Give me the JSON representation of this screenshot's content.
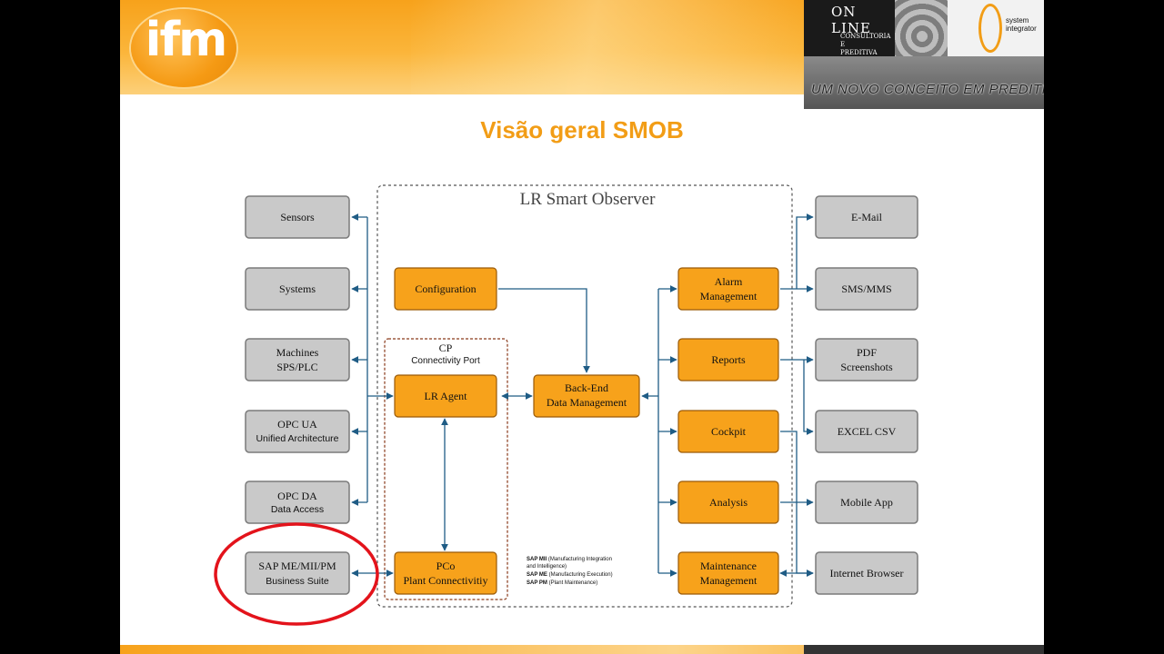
{
  "slide_title": "Visão geral SMOB",
  "logo": {
    "text": "ifm"
  },
  "partner": {
    "online_title": "ON LINE",
    "online_sub_line1": "CONSULTORIA E",
    "online_sub_line2": "PREDITIVA",
    "system_line1": "system",
    "system_line2": "integrator",
    "slogan": "UM NOVO CONCEITO EM PREDITIVA"
  },
  "diagram": {
    "main_title": "LR Smart Observer",
    "cp_title": "CP",
    "cp_subtitle": "Connectivity Port",
    "inputs": [
      {
        "line1": "Sensors",
        "line2": ""
      },
      {
        "line1": "Systems",
        "line2": ""
      },
      {
        "line1": "Machines",
        "line2": "SPS/PLC"
      },
      {
        "line1": "OPC UA",
        "line2": "Unified Architecture"
      },
      {
        "line1": "OPC DA",
        "line2": "Data Access"
      },
      {
        "line1": "SAP ME/MII/PM",
        "line2": "Business Suite"
      }
    ],
    "core": {
      "configuration": "Configuration",
      "lr_agent": "LR Agent",
      "pco_line1": "PCo",
      "pco_line2": "Plant Connectivitiy",
      "backend_line1": "Back-End",
      "backend_line2": "Data Management"
    },
    "modules": [
      {
        "line1": "Alarm",
        "line2": "Management"
      },
      {
        "line1": "Reports",
        "line2": ""
      },
      {
        "line1": "Cockpit",
        "line2": ""
      },
      {
        "line1": "Analysis",
        "line2": ""
      },
      {
        "line1": "Maintenance",
        "line2": "Management"
      }
    ],
    "outputs": [
      {
        "line1": "E-Mail",
        "line2": ""
      },
      {
        "line1": "SMS/MMS",
        "line2": ""
      },
      {
        "line1": "PDF",
        "line2": "Screenshots"
      },
      {
        "line1": "EXCEL CSV",
        "line2": ""
      },
      {
        "line1": "Mobile App",
        "line2": ""
      },
      {
        "line1": "Internet Browser",
        "line2": ""
      }
    ],
    "notes": {
      "mii_bold": "SAP MII",
      "mii_text": " (Manufacturing Integration",
      "mii_text2": "and Intelligence)",
      "me_bold": "SAP ME",
      "me_text": " (Manufacturing Execution)",
      "pm_bold": "SAP PM",
      "pm_text": " (Plant Maintenance)"
    }
  },
  "colors": {
    "orange_box": "#f7a21b",
    "gray_box": "#c9c9c9",
    "connector": "#1f5c85",
    "highlight_ellipse": "#e3131b"
  }
}
